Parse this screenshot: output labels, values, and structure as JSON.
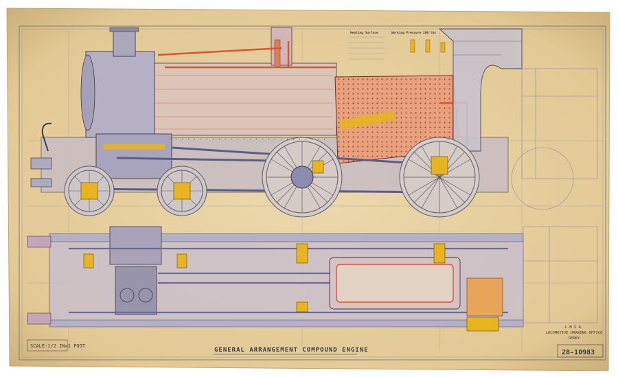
{
  "title": "GENERAL ARRANGEMENT COMPOUND ENGINE",
  "scale_label": "SCALE-1/2 IN=1 FOOT",
  "drawing_number": "28-10983",
  "office_block": {
    "company": "L.M.S.R.",
    "office": "LOCOMOTIVE DRAWING OFFICE",
    "location": "DERBY"
  },
  "notes": {
    "heating_surface": "Heating Surface",
    "working_pressure": "Working Pressure 200 lbs"
  },
  "colors": {
    "paper": "#e6d1a2",
    "ink": "#4a4a5a",
    "firebox_red": "#e27d57",
    "brass_yellow": "#e8b51f",
    "steel_blue": "#7d82a8",
    "copper_pink": "#d89a90"
  }
}
